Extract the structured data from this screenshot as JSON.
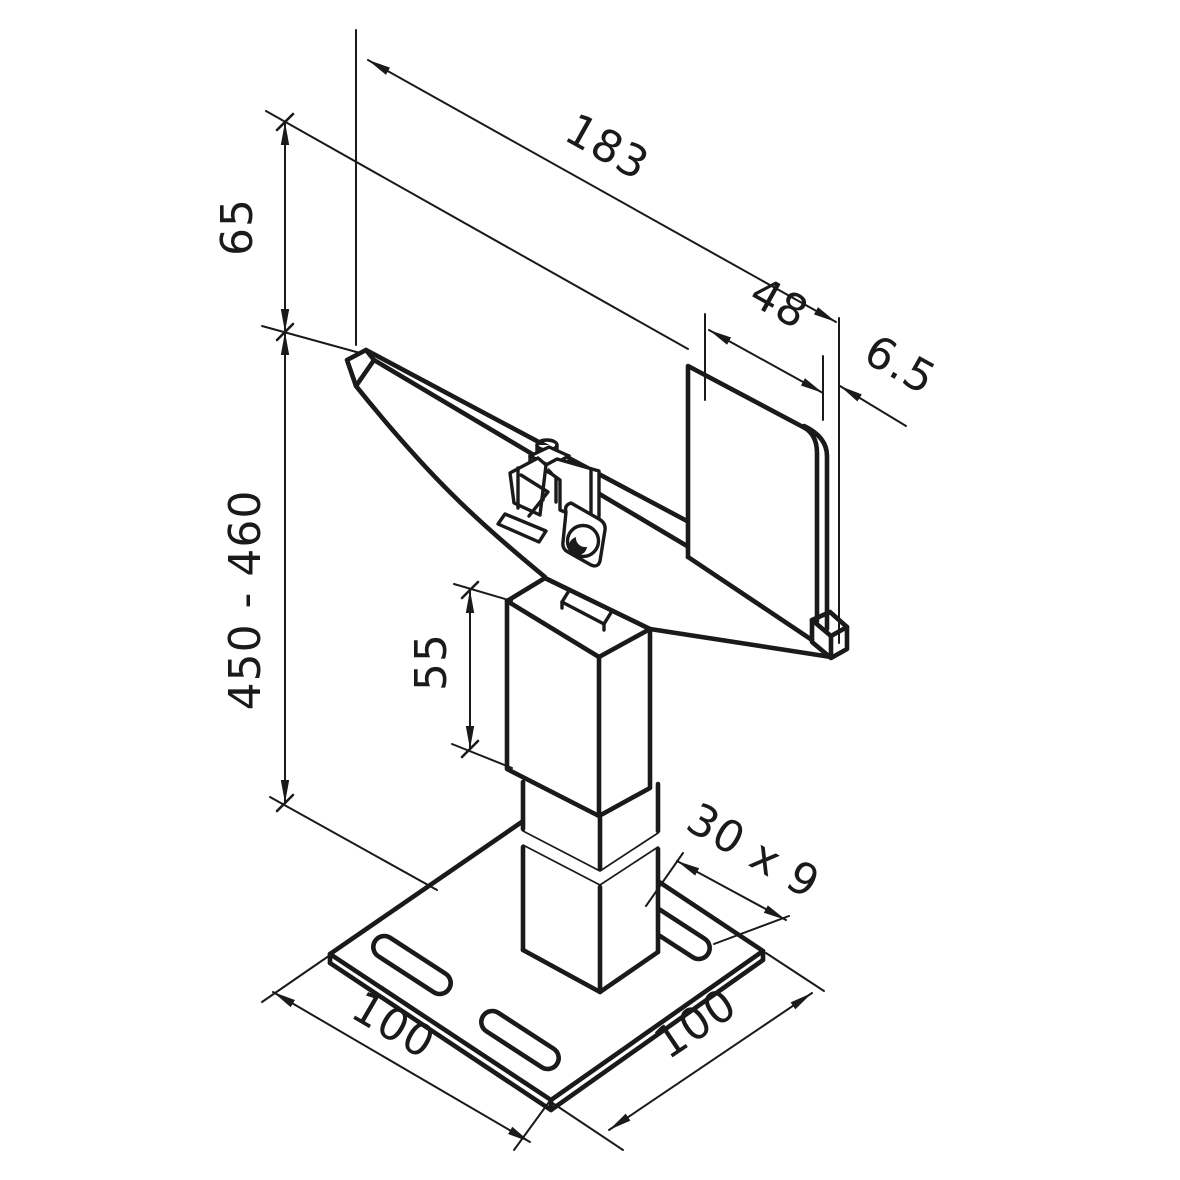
{
  "drawing": {
    "kind": "isometric technical drawing",
    "subject": "adjustable pedestal support with base plate, telescopic square tube and bracket arm",
    "line_color": "#1a1a1a",
    "background_color": "#ffffff",
    "dimensions": {
      "arm_length": {
        "label": "183"
      },
      "arm_drop": {
        "label": "65"
      },
      "flange_width": {
        "label": "48"
      },
      "flange_thickness": {
        "label": "6.5"
      },
      "overall_height": {
        "label": "450 - 460"
      },
      "upper_tube": {
        "label": "55"
      },
      "slot_size": {
        "label": "30 x 9"
      },
      "base_left": {
        "label": "100"
      },
      "base_right": {
        "label": "100"
      }
    }
  }
}
